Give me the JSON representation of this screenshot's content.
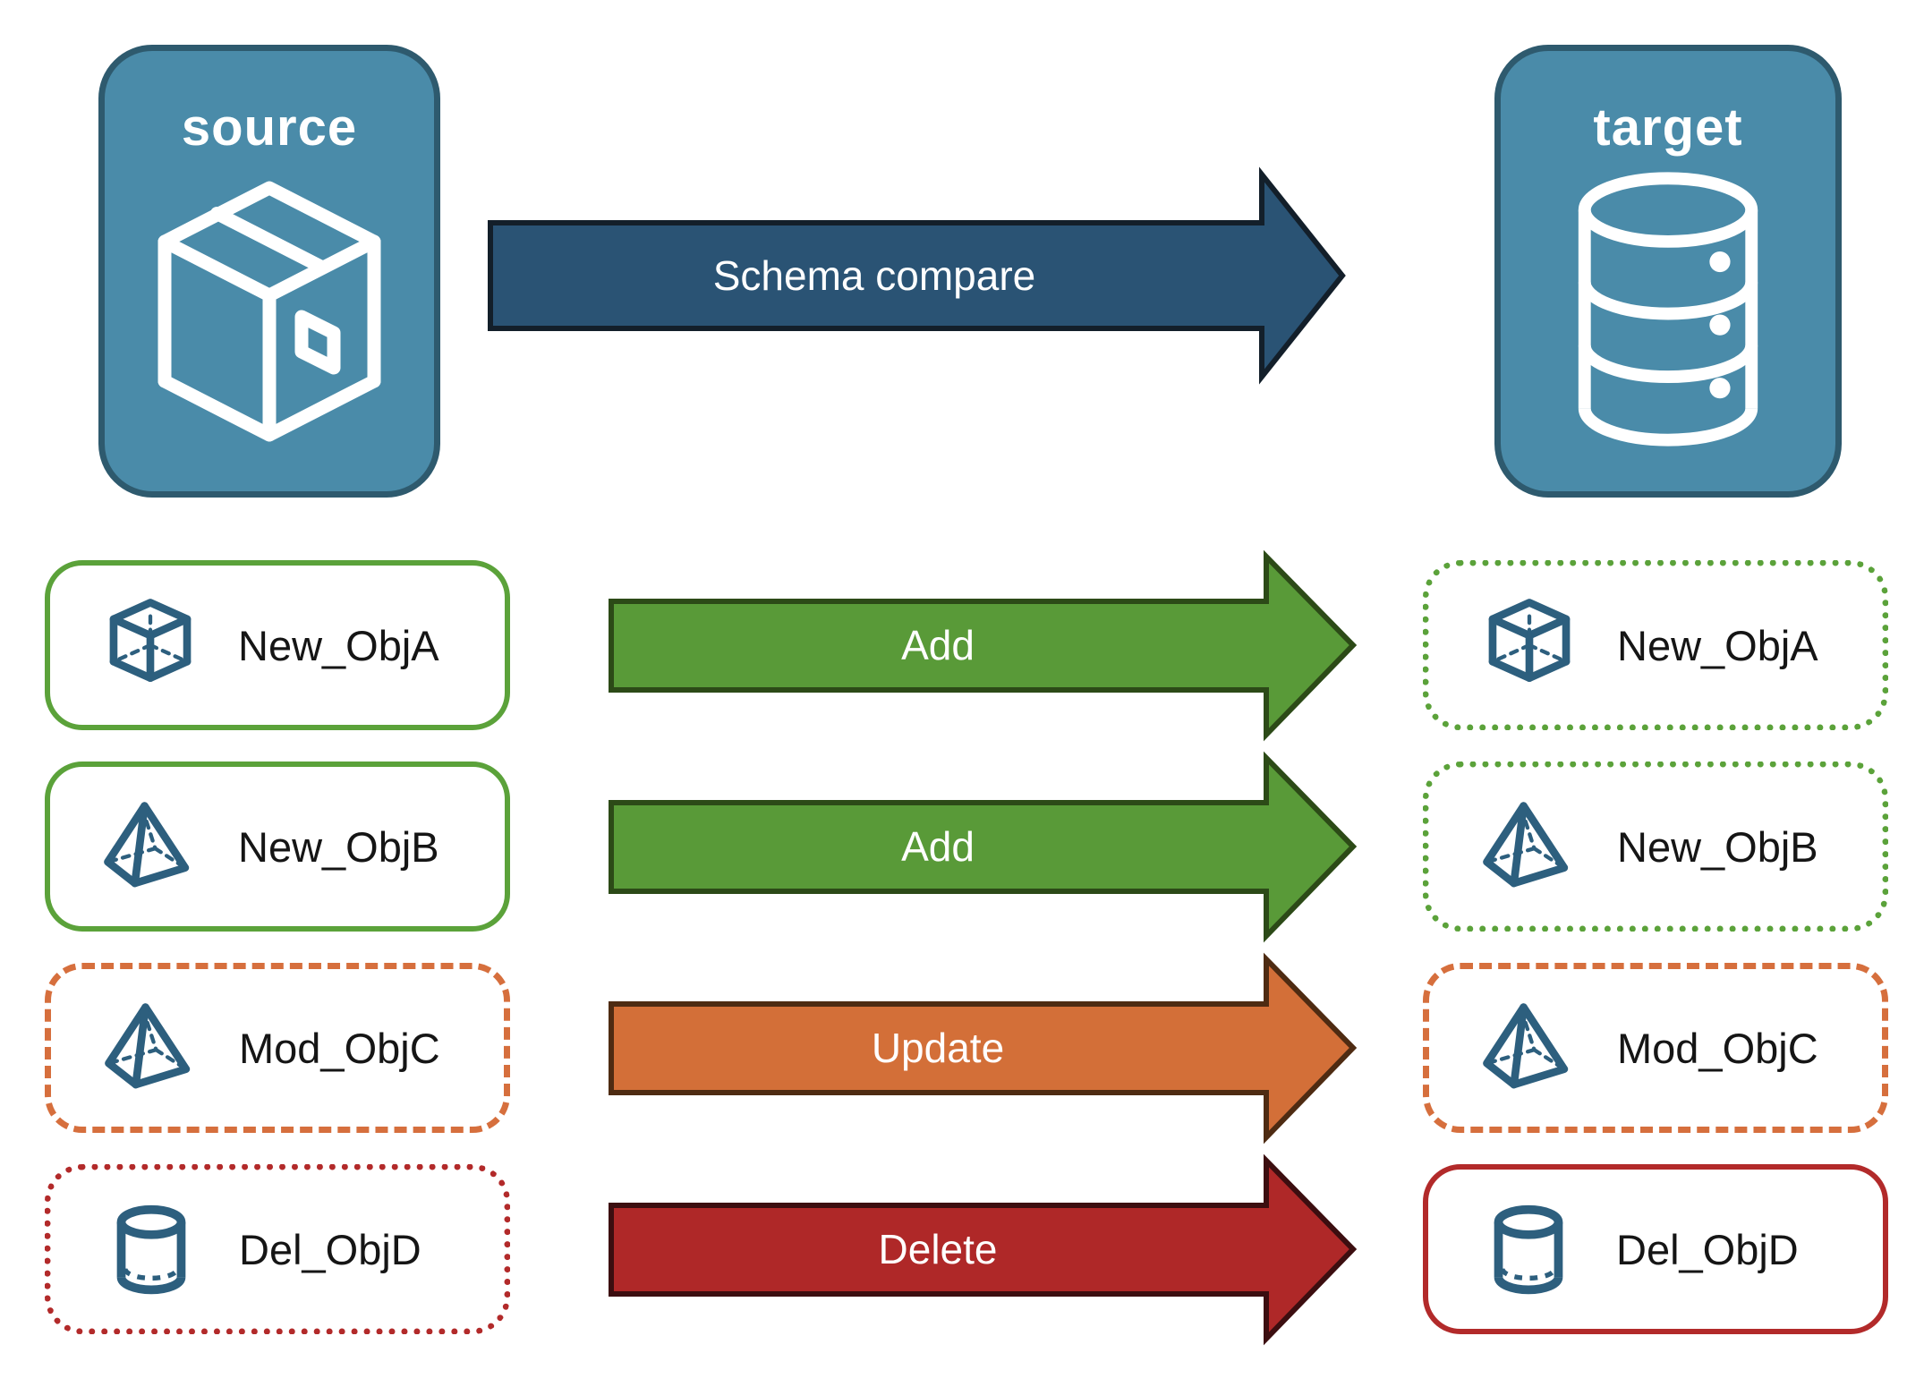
{
  "colors": {
    "node_fill": "#4A8BA9",
    "node_border": "#2E5A6E",
    "schema_arrow_fill": "#2A5374",
    "schema_arrow_border": "#131F2A",
    "add_fill": "#599A38",
    "add_border": "#2C4A17",
    "update_fill": "#D36F38",
    "update_border": "#4E2B12",
    "delete_fill": "#AF2828",
    "delete_border": "#3C0E10",
    "green_outline": "#5BA23A",
    "orange_outline": "#D66F3D",
    "red_outline": "#B22A2A",
    "icon_blue": "#2D5F7E",
    "label_text": "#151515",
    "arrow_text": "#FFFFFF"
  },
  "source": {
    "title": "source",
    "icon": "package-icon"
  },
  "target": {
    "title": "target",
    "icon": "database-icon"
  },
  "schema_arrow": {
    "label": "Schema compare"
  },
  "rows": [
    {
      "action": "Add",
      "left": {
        "label": "New_ObjA",
        "icon": "cube-icon",
        "border": "green-solid"
      },
      "right": {
        "label": "New_ObjA",
        "icon": "cube-icon",
        "border": "green-dotted"
      }
    },
    {
      "action": "Add",
      "left": {
        "label": "New_ObjB",
        "icon": "pyramid-icon",
        "border": "green-solid"
      },
      "right": {
        "label": "New_ObjB",
        "icon": "pyramid-icon",
        "border": "green-dotted"
      }
    },
    {
      "action": "Update",
      "left": {
        "label": "Mod_ObjC",
        "icon": "pyramid-icon",
        "border": "orange-dashed"
      },
      "right": {
        "label": "Mod_ObjC",
        "icon": "pyramid-icon",
        "border": "orange-dashed"
      }
    },
    {
      "action": "Delete",
      "left": {
        "label": "Del_ObjD",
        "icon": "cylinder-icon",
        "border": "red-dotted"
      },
      "right": {
        "label": "Del_ObjD",
        "icon": "cylinder-icon",
        "border": "red-solid"
      }
    }
  ]
}
